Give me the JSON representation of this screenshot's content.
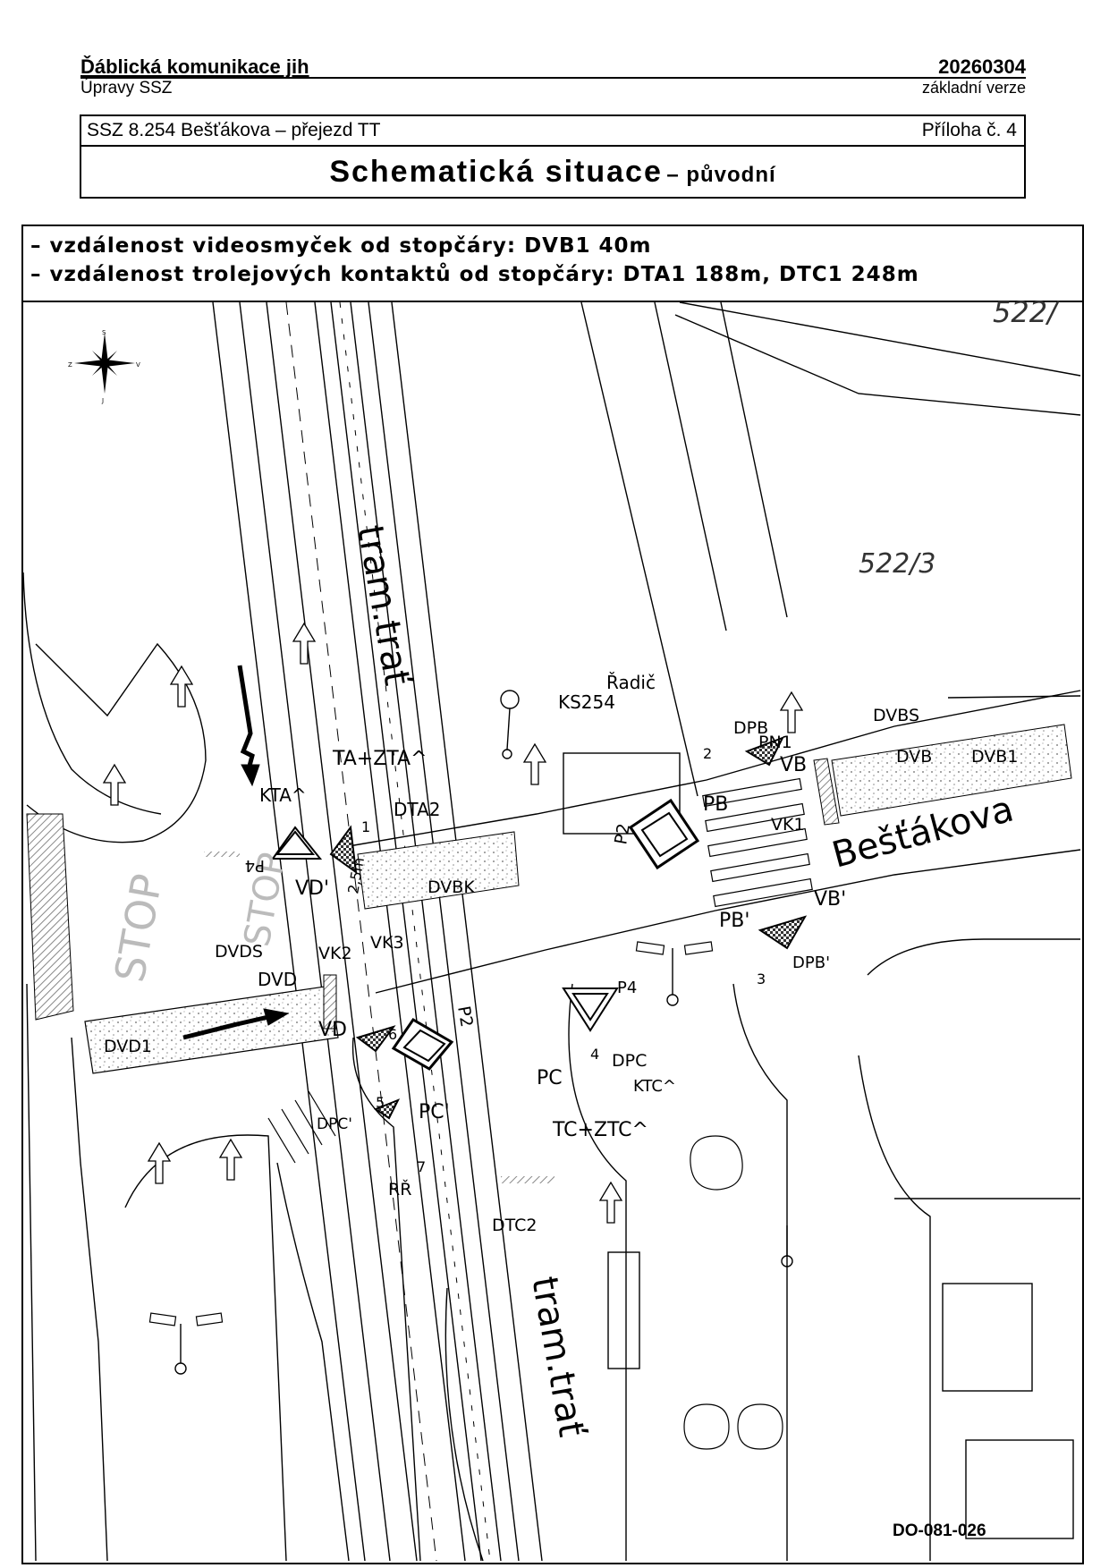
{
  "header": {
    "project": "Ďáblická komunikace jih",
    "subtitle": "Úpravy SSZ",
    "date": "20260304",
    "version": "základní verze"
  },
  "titlebox": {
    "ssz": "SSZ 8.254 Bešťákova – přejezd TT",
    "attachment": "Příloha č. 4",
    "title_main": "Schematická situace",
    "title_suffix": "– původní"
  },
  "notes": [
    "– vzdálenost videosmyček od stopčáry: DVB1 40m",
    "– vzdálenost trolejových kontaktů od stopčáry: DTA1 188m, DTC1 248m"
  ],
  "compass": {
    "s": "S",
    "j": "J",
    "z": "Z",
    "v": "V"
  },
  "map": {
    "parcel_top": "522/",
    "parcel": "522/3",
    "tram_label_1": "tram.trať",
    "tram_label_2": "tram.trať",
    "street": "Bešťákova",
    "controller": "Řadič",
    "controller_code": "KS254",
    "stop_1": "STOP",
    "stop_2": "STOP",
    "labels": {
      "ta_zta": "TA+ZTA^",
      "kta": "KTA^",
      "dta2": "DTA2",
      "p4_left": "P4",
      "vd_prime": "VD'",
      "dist": "2,5m",
      "dvbk": "DVBK",
      "vk3": "VK3",
      "dvds": "DVDS",
      "vk2": "VK2",
      "dvd": "DVD",
      "dvd1": "DVD1",
      "vd": "VD",
      "p2_center": "P2",
      "p2_right": "P2",
      "dpb": "DPB",
      "pn1": "PN1",
      "vb": "VB",
      "pb": "PB",
      "vk1": "VK1",
      "pb_prime": "PB'",
      "vb_prime": "VB'",
      "dpb_prime": "DPB'",
      "p4_right": "P4",
      "dpc": "DPC",
      "pc": "PC",
      "ktc": "KTC^",
      "tc_ztc": "TC+ZTC^",
      "pc_prime": "PC'",
      "dpc_prime": "DPC'",
      "rr": "RŘ",
      "dtc2": "DTC2",
      "dvbs": "DVBS",
      "dvb": "DVB",
      "dvb1": "DVB1",
      "n1": "1",
      "n2": "2",
      "n3": "3",
      "n4": "4",
      "n5": "5",
      "n6": "6",
      "n7": "7"
    }
  },
  "stamp": "DO-081-026"
}
